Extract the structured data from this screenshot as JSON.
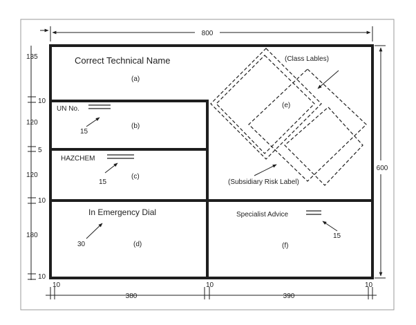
{
  "panels": {
    "a": {
      "title": "Correct Technical Name",
      "letter": "(a)"
    },
    "b": {
      "title": "UN No.",
      "letter": "(b)",
      "size": "15"
    },
    "c": {
      "title": "HAZCHEM",
      "letter": "(c)",
      "size": "15"
    },
    "d": {
      "title": "In Emergency Dial",
      "letter": "(d)",
      "size": "30"
    },
    "e": {
      "letter": "(e)",
      "class_label": "(Class Lables)",
      "subsidiary_label": "(Subsidiary Risk Label)"
    },
    "f": {
      "title": "Specialist Advice",
      "letter": "(f)",
      "size": "15"
    }
  },
  "dimensions": {
    "top_width": "800",
    "right_height": "600",
    "left": [
      "135",
      "10",
      "120",
      "5",
      "120",
      "10",
      "180",
      "10"
    ],
    "bottom": [
      "10",
      "380",
      "10",
      "390",
      "10"
    ]
  }
}
